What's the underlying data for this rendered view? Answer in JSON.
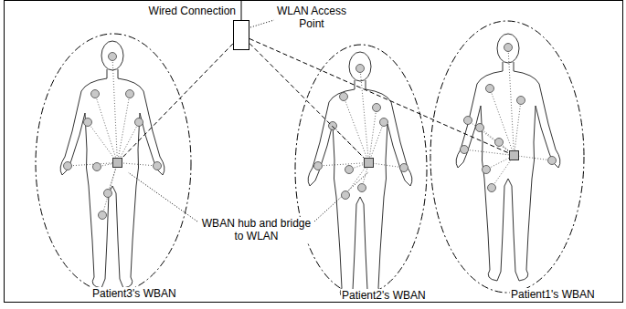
{
  "diagram": {
    "nodes": [
      {
        "text": [
          "WLAN Access Point"
        ]
      },
      {
        "text": [
          "Patient3's WBAN"
        ]
      },
      {
        "text": [
          "Patient2's WBAN"
        ]
      },
      {
        "text": [
          "Patient1's WBAN"
        ]
      }
    ],
    "edges": [
      {
        "from": 0,
        "to": 1,
        "arrow": "none"
      },
      {
        "from": 0,
        "to": 2,
        "arrow": "none"
      },
      {
        "from": 0,
        "to": 3,
        "arrow": "none"
      }
    ],
    "labels": [
      "Wired Connection",
      "WBAN hub and bridge to WLAN"
    ]
  }
}
